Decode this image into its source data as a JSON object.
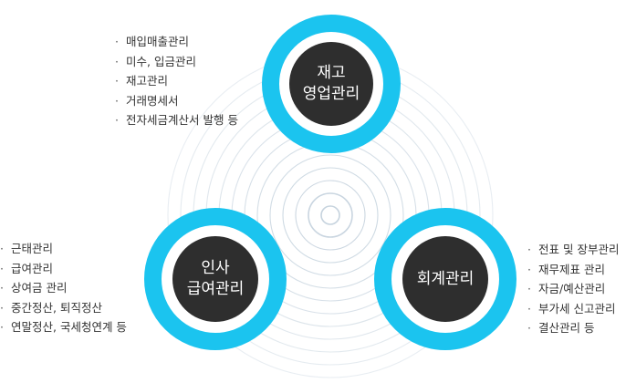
{
  "colors": {
    "accent": "#1bc4ef",
    "core": "#2e2e2e",
    "ripple": "#c6d3de",
    "text": "#333333"
  },
  "modules": {
    "top": {
      "title_lines": [
        "재고",
        "영업관리"
      ],
      "items": [
        "매입매출관리",
        "미수, 입금관리",
        "재고관리",
        "거래명세서",
        "전자세금계산서 발행 등"
      ]
    },
    "left": {
      "title_lines": [
        "인사",
        "급여관리"
      ],
      "items": [
        "근태관리",
        "급여관리",
        "상여금 관리",
        "중간정산, 퇴직정산",
        "연말정산, 국세청연계 등"
      ]
    },
    "right": {
      "title_lines": [
        "회계관리"
      ],
      "items": [
        "전표 및 장부관리",
        "재무제표 관리",
        "자금/예산관리",
        "부가세 신고관리",
        "결산관리 등"
      ]
    }
  }
}
